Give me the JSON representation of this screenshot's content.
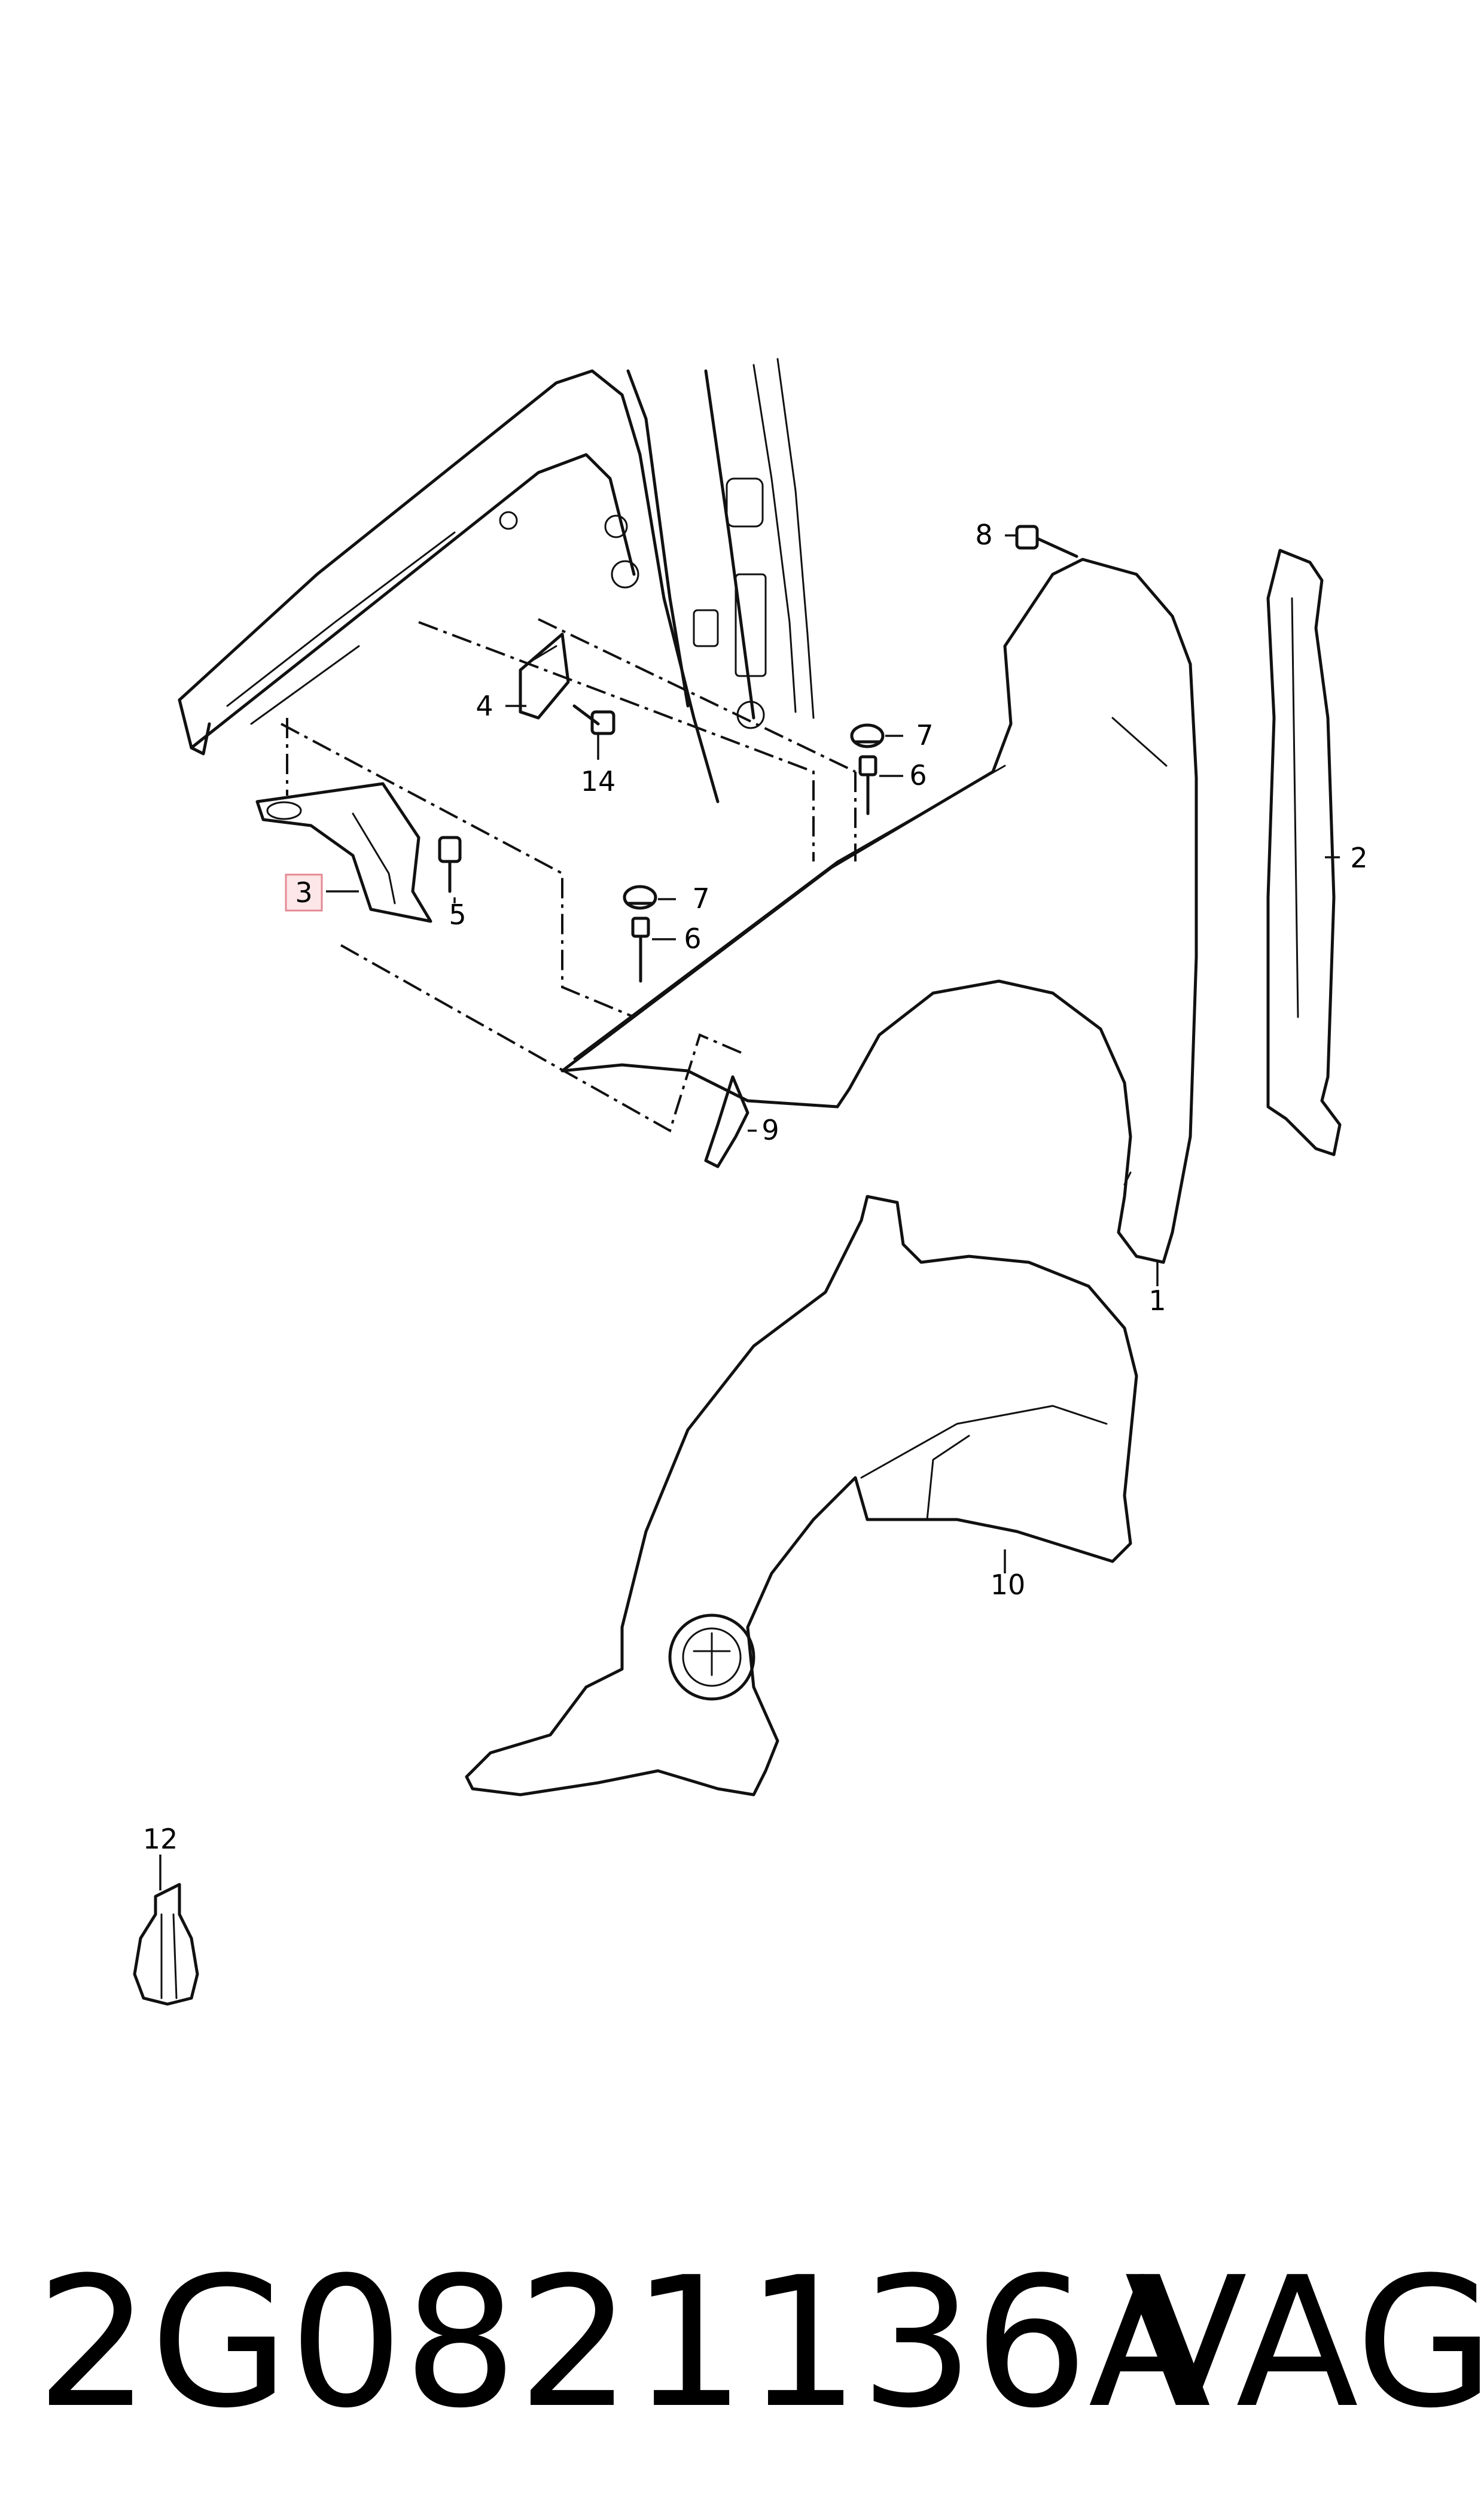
{
  "callouts": {
    "c1": "1",
    "c2": "2",
    "c3": "3",
    "c4": "4",
    "c5": "5",
    "c6a": "6",
    "c6b": "6",
    "c7a": "7",
    "c7b": "7",
    "c8": "8",
    "c9": "9",
    "c10": "10",
    "c12": "12",
    "c14": "14"
  },
  "highlight": {
    "selected_callout": "3",
    "fill_color": "#fde6e8",
    "border_color": "#e58a93"
  },
  "footer": {
    "part_number": "2G0821136A",
    "brand": "VAG"
  }
}
